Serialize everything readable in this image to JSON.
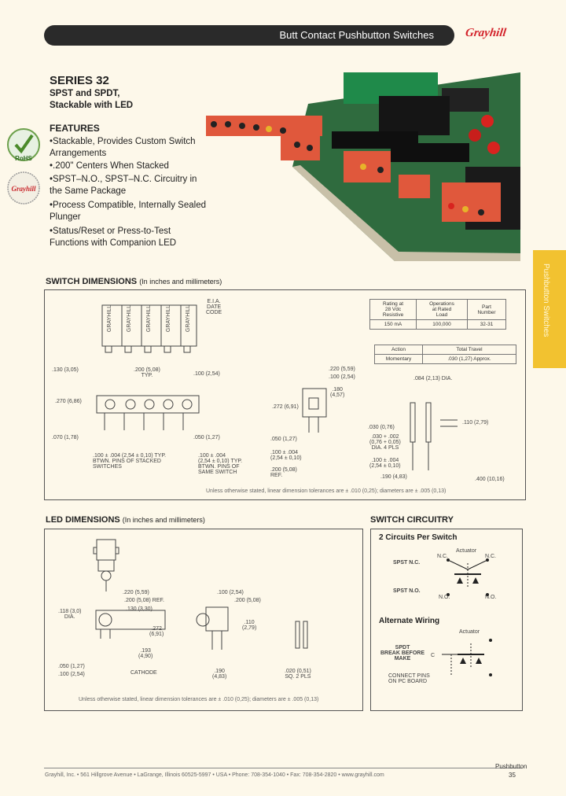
{
  "header": {
    "title": "Butt Contact Pushbutton Switches",
    "brand": "Grayhill"
  },
  "series": {
    "title": "SERIES 32",
    "subtitle1": "SPST and SPDT,",
    "subtitle2": "Stackable with LED"
  },
  "features": {
    "heading": "FEATURES",
    "items": [
      "Stackable, Provides Custom Switch Arrangements",
      ".200\" Centers When Stacked",
      "SPST–N.O., SPST–N.C. Circuitry in the Same Package",
      "Process Compatible, Internally Sealed Plunger",
      "Status/Reset or Press-to-Test Functions with Companion LED"
    ]
  },
  "badges": {
    "rohs": "RoHS",
    "custom": "Grayhill"
  },
  "side_tab": {
    "label": "Pushbutton Switches"
  },
  "switch_dims": {
    "title": "SWITCH DIMENSIONS",
    "note": "(In inches and millimeters)",
    "eia": "E.I.A.\nDATE\nCODE",
    "body_label": "GRAYHILL",
    "dims": [
      ".130 (3,05)",
      ".200 (5,08)\nTYP.",
      ".100 (2,54)",
      ".270 (6,86)",
      ".070 (1,78)",
      ".050 (1,27)",
      ".100 ± .004 (2,54 ± 0,10) TYP.\nBTWN. PINS OF STACKED\nSWITCHES",
      ".100 ± .004\n(2,54 ± 0,10) TYP.\nBTWN. PINS OF\nSAME SWITCH",
      ".220 (5,59)",
      ".100 (2,54)",
      ".180\n(4,57)",
      ".272 (6,91)",
      ".050 (1,27)",
      ".100 ± .004\n(2,54 ± 0,10)",
      ".200 (5,08)\nREF.",
      ".084 (2,13) DIA.",
      ".030 (0,76)",
      ".030 + .002\n(0,76 + 0,05)\nDIA. 4 PLS",
      ".110 (2,79)",
      ".100 ± .004\n(2,54 ± 0,10)",
      ".190 (4,83)",
      ".400 (10,16)"
    ],
    "tolerance": "Unless otherwise stated, linear dimension tolerances are ± .010 (0,25); diameters are ± .005 (0,13)",
    "table": {
      "headers": [
        "Rating at\n28 Vdc\nResistive",
        "Operations\nat Rated\nLoad",
        "Part\nNumber"
      ],
      "row": [
        "150 mA",
        "100,000",
        "32-31"
      ],
      "headers2": [
        "Action",
        "Total Travel"
      ],
      "row2": [
        "Momentary",
        ".030 (1,27) Approx."
      ]
    }
  },
  "led_dims": {
    "title": "LED DIMENSIONS",
    "note": "(In inches and millimeters)",
    "dims": [
      ".220 (5,59)",
      ".200 (5,08) REF.",
      ".130 (3,30)",
      ".118 (3,0)\nDIA.",
      ".272\n(6,91)",
      ".193\n(4,90)",
      "CATHODE",
      ".050 (1,27)",
      ".100 (2,54)",
      ".100 (2,54)",
      ".200 (5,08)",
      ".110\n(2,79)",
      ".190\n(4,83)",
      ".020 (0,51)\nSQ. 2 PLS"
    ],
    "tolerance": "Unless otherwise stated, linear dimension tolerances are ± .010 (0,25); diameters are ± .005 (0,13)"
  },
  "circuitry": {
    "title": "SWITCH CIRCUITRY",
    "sub1": "2 Circuits Per Switch",
    "actuator": "Actuator",
    "spst_nc": "SPST N.C.",
    "spst_no": "SPST N.O.",
    "nc": "N.C.",
    "no": "N.O.",
    "sub2": "Alternate Wiring",
    "spdt": "SPDT\nBREAK BEFORE\nMAKE",
    "c": "C",
    "connect": "CONNECT PINS\nON PC BOARD"
  },
  "footer": {
    "address": "Grayhill, Inc. • 561 Hillgrove Avenue • LaGrange, Illinois 60525-5997 • USA • Phone: 708-354-1040 • Fax: 708-354-2820 • www.grayhill.com",
    "section": "Pushbutton",
    "page": "35"
  }
}
